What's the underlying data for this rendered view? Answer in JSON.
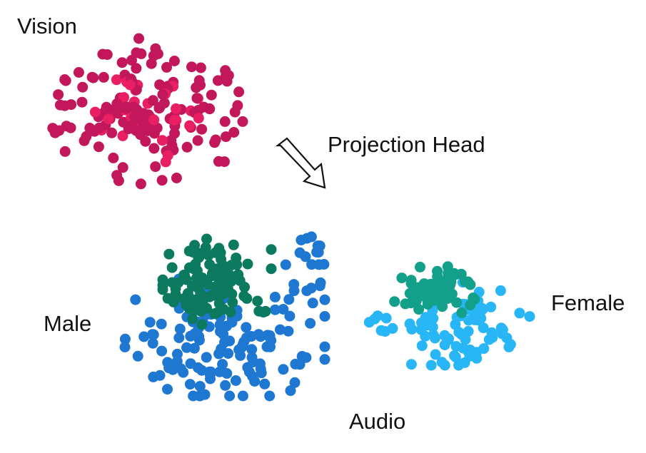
{
  "labels": {
    "vision": "Vision",
    "projection": "Projection Head",
    "male": "Male",
    "female": "Female",
    "audio": "Audio"
  },
  "colors": {
    "vision_dark": "#c2185b",
    "vision_light": "#e91e63",
    "male_green": "#0b7a5e",
    "male_blue": "#1e78d2",
    "female_teal": "#13a08a",
    "female_blue": "#29b6f6",
    "text": "#111111"
  },
  "icons": {
    "arrow": "hollow-down-right-arrow-icon"
  }
}
